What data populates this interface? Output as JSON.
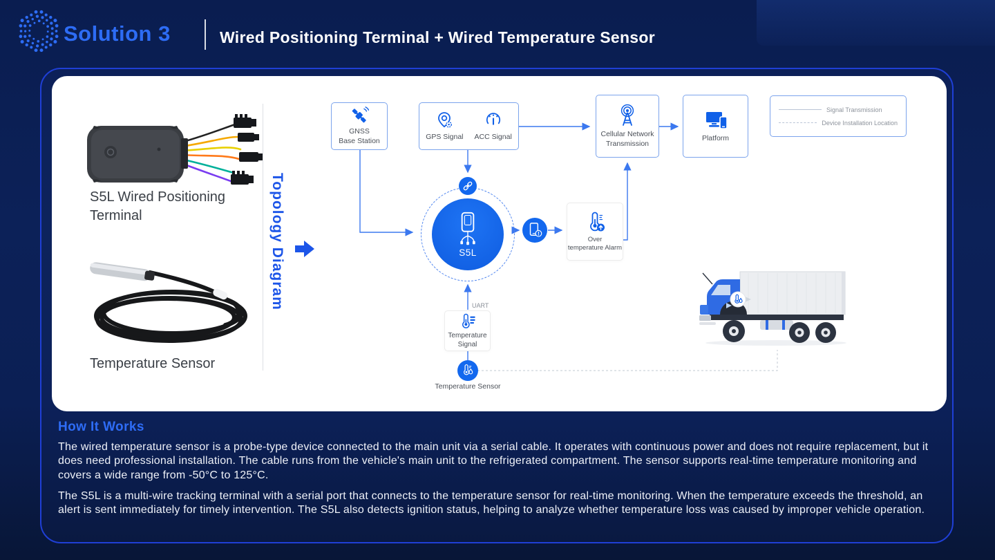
{
  "header": {
    "title": "Solution 3",
    "subtitle": "Wired Positioning Terminal + Wired Temperature Sensor"
  },
  "products": {
    "terminal_label": "S5L Wired Positioning Terminal",
    "sensor_label": "Temperature Sensor"
  },
  "section_label": "Topology Diagram",
  "diagram": {
    "nodes": {
      "gnss": "GNSS\nBase Station",
      "gps": "GPS Signal",
      "acc": "ACC Signal",
      "cellular": "Cellular Network\nTransmission",
      "platform": "Platform",
      "hub": "S5L",
      "over_temp": "Over\ntemperature Alarm",
      "uart": "UART",
      "temp_signal": "Temperature\nSignal",
      "temp_sensor": "Temperature Sensor"
    },
    "legend": [
      {
        "style": "solid",
        "label": "Signal Transmission"
      },
      {
        "style": "dashed",
        "label": "Device Installation Location"
      }
    ]
  },
  "how_it_works": {
    "heading": "How It Works",
    "paragraphs": [
      "The wired temperature sensor is a probe-type device connected to the main unit via a serial cable. It operates with continuous power and does not require replacement, but it does need professional installation. The cable runs from the vehicle's main unit to the refrigerated compartment. The sensor supports real-time temperature monitoring and covers a wide range from -50°C to 125°C.",
      "The S5L is a multi-wire tracking terminal with a serial port that connects to the temperature sensor for real-time monitoring. When the temperature exceeds the threshold, an alert is sent immediately for timely intervention. The S5L also detects ignition status, helping to analyze whether temperature loss was caused by improper vehicle operation."
    ]
  },
  "colors": {
    "accent_blue": "#2d6cf5",
    "icon_blue": "#1060e8",
    "hub_blue": "#1368ee",
    "line_blue": "#3b78ef",
    "background_navy": "#0b1f54",
    "panel_white": "#ffffff"
  }
}
